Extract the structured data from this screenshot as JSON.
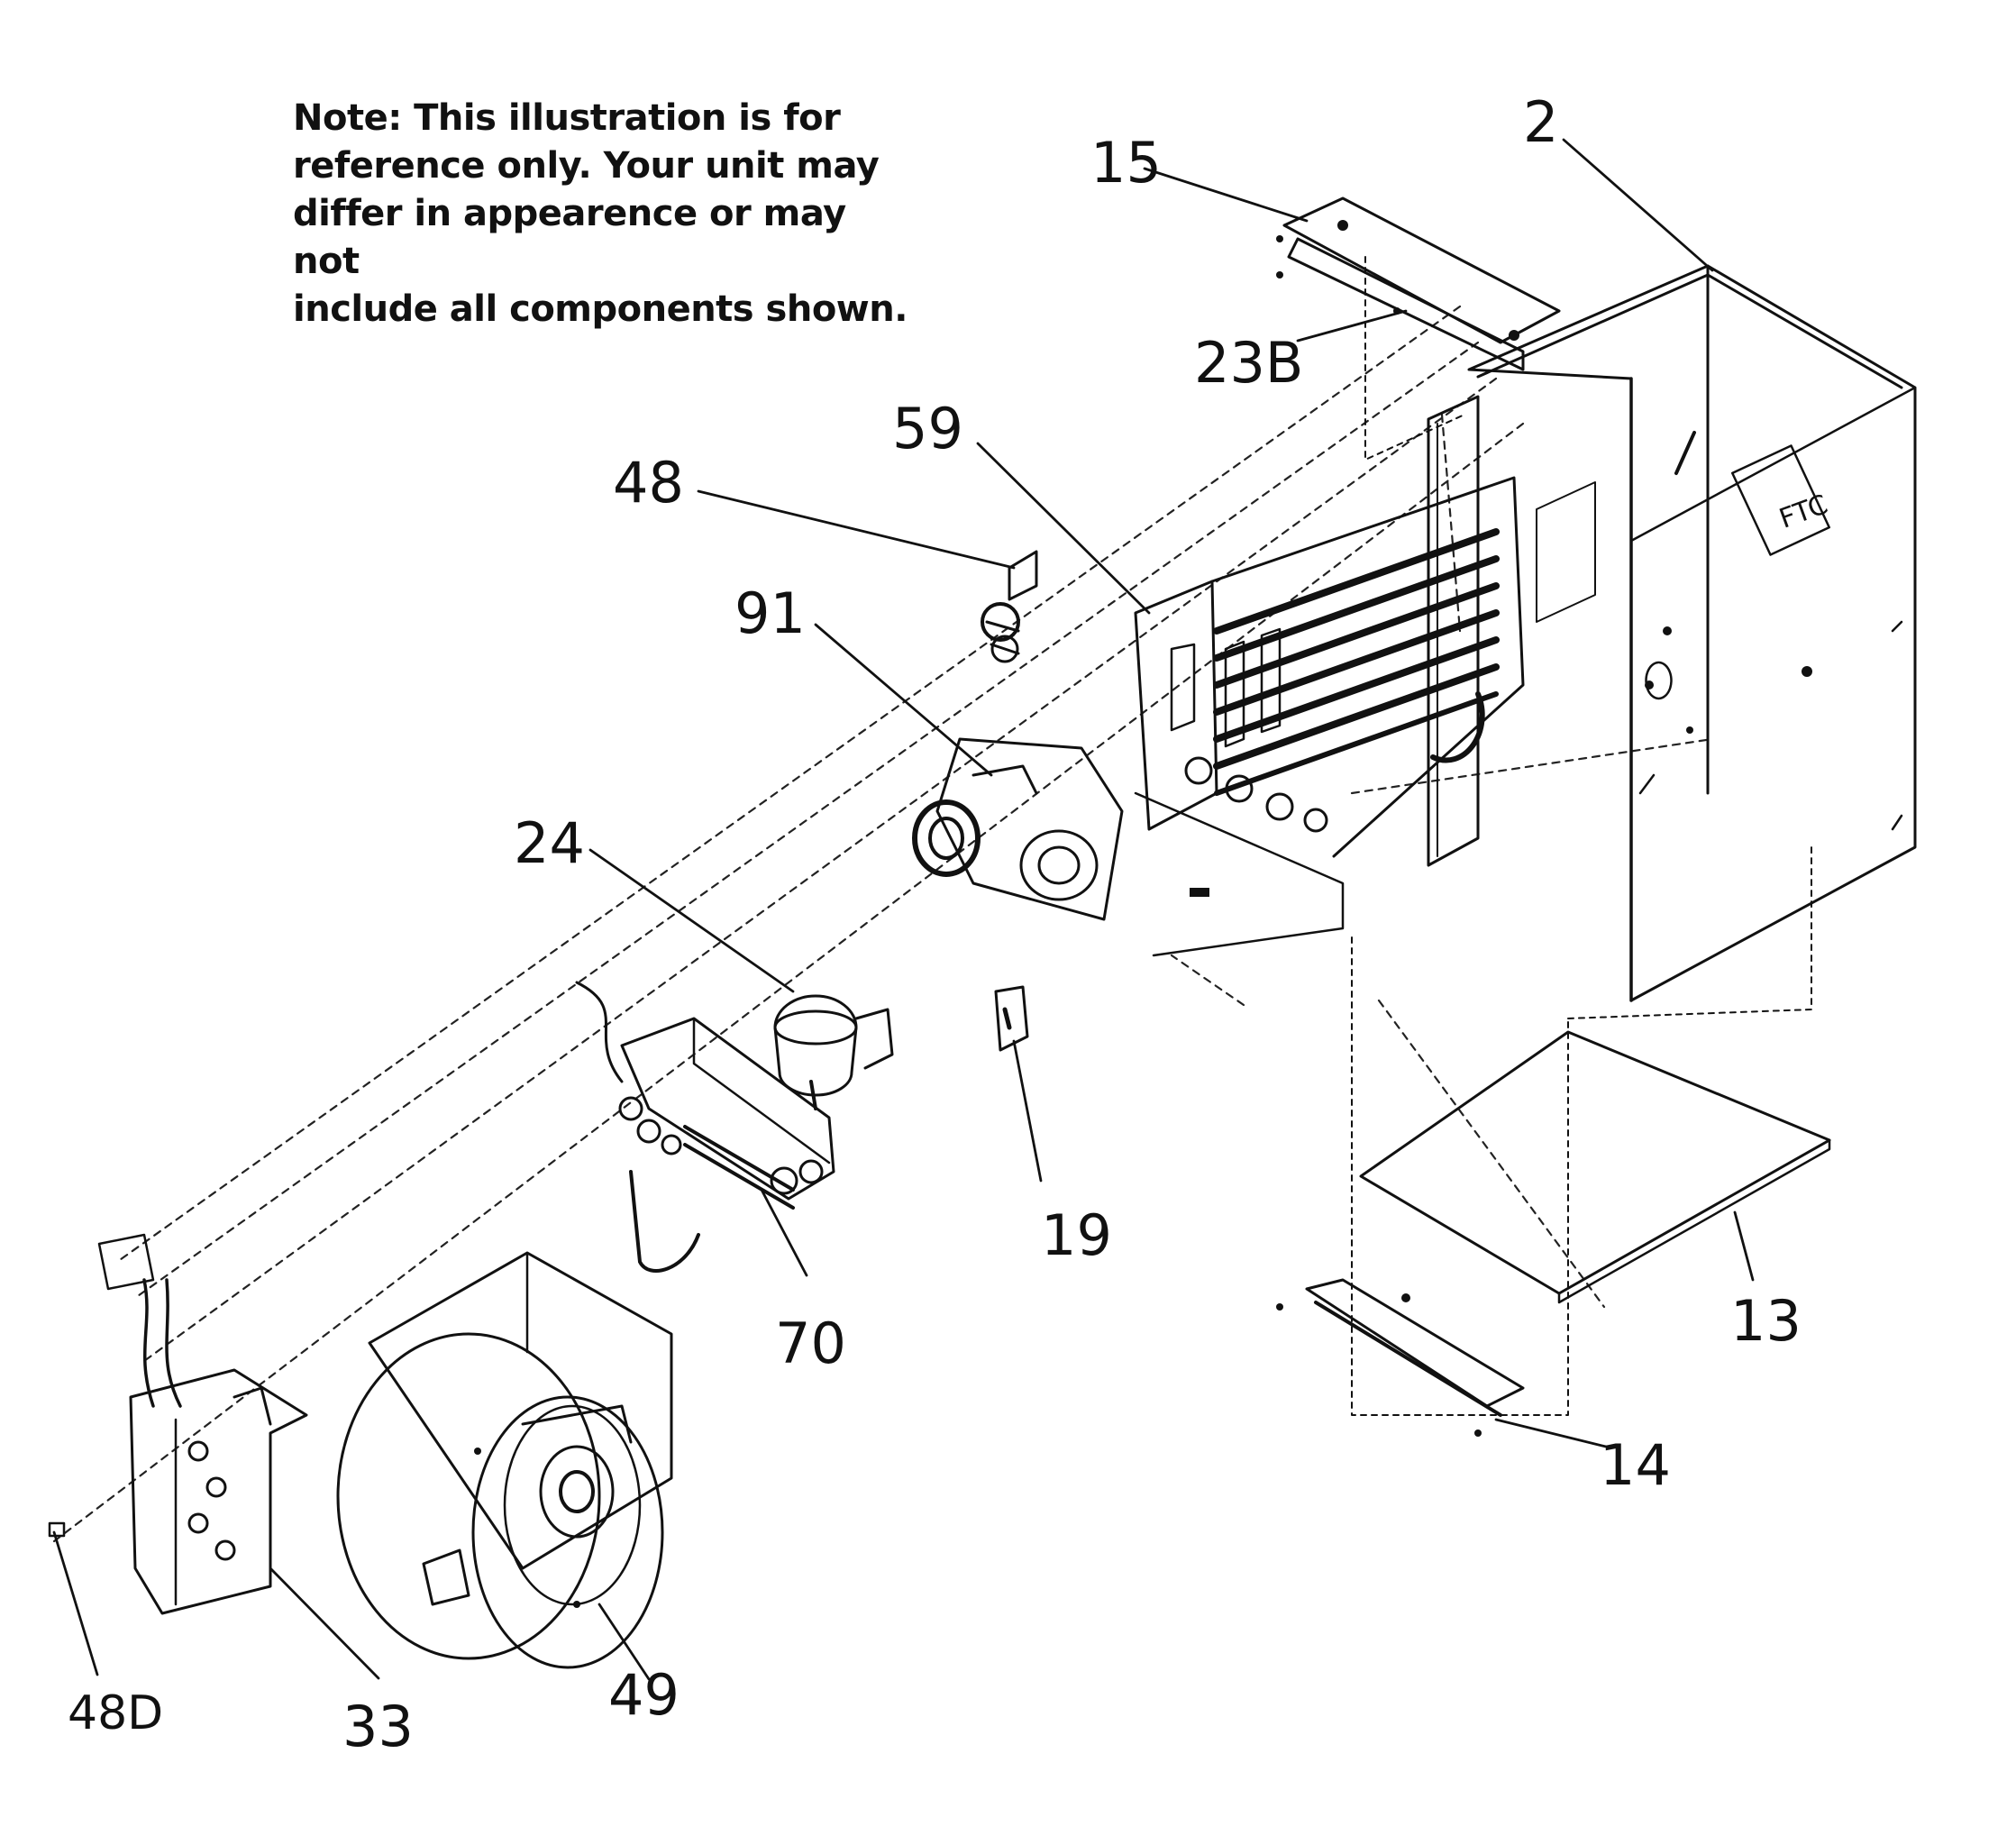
{
  "note": {
    "lines": [
      "Note: This illustration is for",
      "reference only. Your unit may",
      "differ in appearence or may not",
      "include all components shown."
    ]
  },
  "callouts": [
    "2",
    "15",
    "23B",
    "59",
    "48",
    "91",
    "24",
    "19",
    "70",
    "13",
    "14",
    "48D",
    "33",
    "49"
  ],
  "panel_mark": "FTC",
  "colors": {
    "ink": "#111111",
    "paper": "#ffffff"
  }
}
